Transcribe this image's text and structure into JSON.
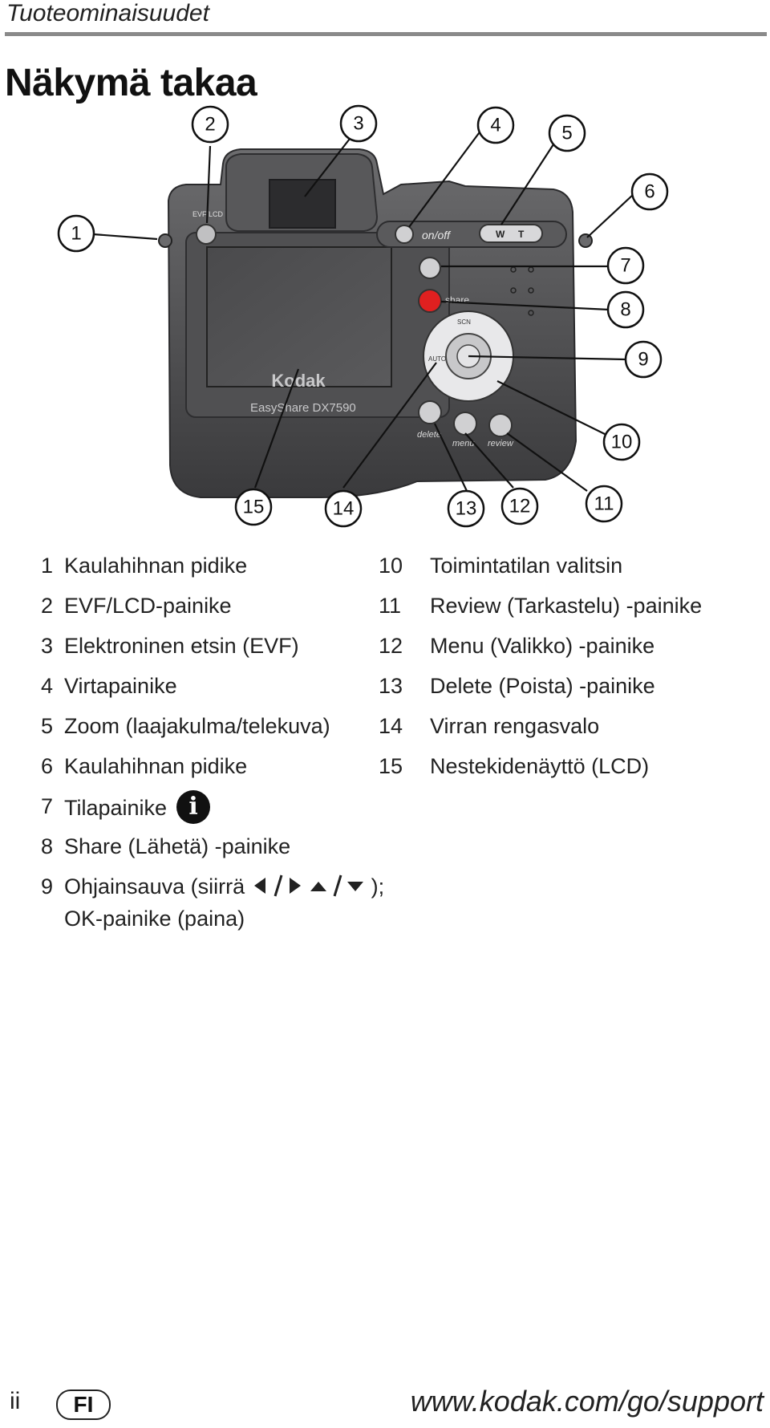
{
  "header": {
    "section_title": "Tuoteominaisuudet"
  },
  "page": {
    "title": "Näkymä takaa"
  },
  "camera": {
    "brand": "Kodak",
    "model": "EasyShare DX7590",
    "labels": {
      "evf_lcd": "EVF/LCD",
      "on_off": "on/off",
      "share": "share",
      "delete": "delete",
      "menu": "menu",
      "review": "review",
      "auto": "AUTO",
      "scn": "SCN",
      "zoom_w": "W",
      "zoom_t": "T"
    }
  },
  "callouts": [
    "1",
    "2",
    "3",
    "4",
    "5",
    "6",
    "7",
    "8",
    "9",
    "10",
    "11",
    "12",
    "13",
    "14",
    "15"
  ],
  "legend_left": [
    {
      "num": "1",
      "text": "Kaulahihnan pidike"
    },
    {
      "num": "2",
      "text": "EVF/LCD-painike"
    },
    {
      "num": "3",
      "text": "Elektroninen etsin (EVF)"
    },
    {
      "num": "4",
      "text": "Virtapainike"
    },
    {
      "num": "5",
      "text": "Zoom (laajakulma/telekuva)"
    },
    {
      "num": "6",
      "text": "Kaulahihnan pidike"
    },
    {
      "num": "7",
      "text": "Tilapainike"
    },
    {
      "num": "8",
      "text": "Share (Lähetä) -painike"
    },
    {
      "num": "9",
      "text": "Ohjainsauva (siirrä",
      "text_end": ");",
      "text_line2": "OK-painike (paina)"
    }
  ],
  "legend_right": [
    {
      "num": "10",
      "text": "Toimintatilan valitsin"
    },
    {
      "num": "11",
      "text": "Review (Tarkastelu) -painike"
    },
    {
      "num": "12",
      "text": "Menu (Valikko) -painike"
    },
    {
      "num": "13",
      "text": "Delete (Poista) -painike"
    },
    {
      "num": "14",
      "text": "Virran rengasvalo"
    },
    {
      "num": "15",
      "text": "Nestekidenäyttö (LCD)"
    }
  ],
  "icons": {
    "info": "info-icon",
    "arrows": "left-right-up-down-arrows-icon"
  },
  "footer": {
    "page_number": "ii",
    "language": "FI",
    "url": "www.kodak.com/go/support"
  }
}
